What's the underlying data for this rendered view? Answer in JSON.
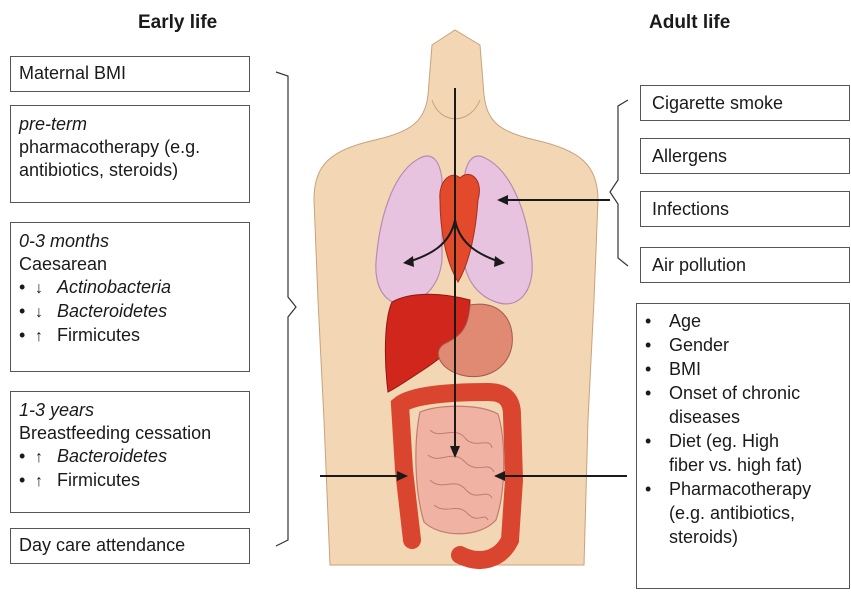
{
  "headings": {
    "early": "Early life",
    "adult": "Adult life"
  },
  "early": {
    "maternal_bmi": "Maternal BMI",
    "preterm": {
      "title": "pre-term",
      "line1": "pharmacotherapy (e.g.",
      "line2": "antibiotics, steroids)"
    },
    "months": {
      "title": "0-3 months",
      "subtitle": "Caesarean",
      "items": [
        {
          "bullet": "•",
          "arrow": "↓",
          "text": "Actinobacteria",
          "italic": true
        },
        {
          "bullet": "•",
          "arrow": "↓",
          "text": "Bacteroidetes",
          "italic": true
        },
        {
          "bullet": "•",
          "arrow": "↑",
          "text": "Firmicutes",
          "italic": false
        }
      ]
    },
    "years": {
      "title": "1-3 years",
      "subtitle": "Breastfeeding cessation",
      "items": [
        {
          "bullet": "•",
          "arrow": "↑",
          "text": "Bacteroidetes",
          "italic": true
        },
        {
          "bullet": "•",
          "arrow": "↑",
          "text": "Firmicutes",
          "italic": false
        }
      ]
    },
    "daycare": "Day care attendance"
  },
  "adult": {
    "respiratory": [
      "Cigarette smoke",
      "Allergens",
      "Infections",
      "Air pollution"
    ],
    "factors": [
      {
        "bullet": "•",
        "lines": [
          "Age"
        ]
      },
      {
        "bullet": "•",
        "lines": [
          "Gender"
        ]
      },
      {
        "bullet": "•",
        "lines": [
          "BMI"
        ]
      },
      {
        "bullet": "•",
        "lines": [
          "Onset of chronic",
          "diseases"
        ]
      },
      {
        "bullet": "•",
        "lines": [
          "Diet (eg. High",
          "fiber vs. high fat)"
        ]
      },
      {
        "bullet": "•",
        "lines": [
          "Pharmacotherapy",
          "(e.g. antibiotics,",
          "steroids)"
        ]
      }
    ]
  },
  "colors": {
    "skin": "#f3d6b4",
    "skin_outline": "#c9a27a",
    "lungs": "#e8c3e0",
    "liver": "#d0261c",
    "colon": "#d9452e",
    "small_intestine": "#f0b3a3",
    "heart": "#e24a2b",
    "stomach": "#e08a74",
    "arrow": "#1a1a1a"
  },
  "icons": {
    "body": "human-torso-anatomy-icon"
  }
}
